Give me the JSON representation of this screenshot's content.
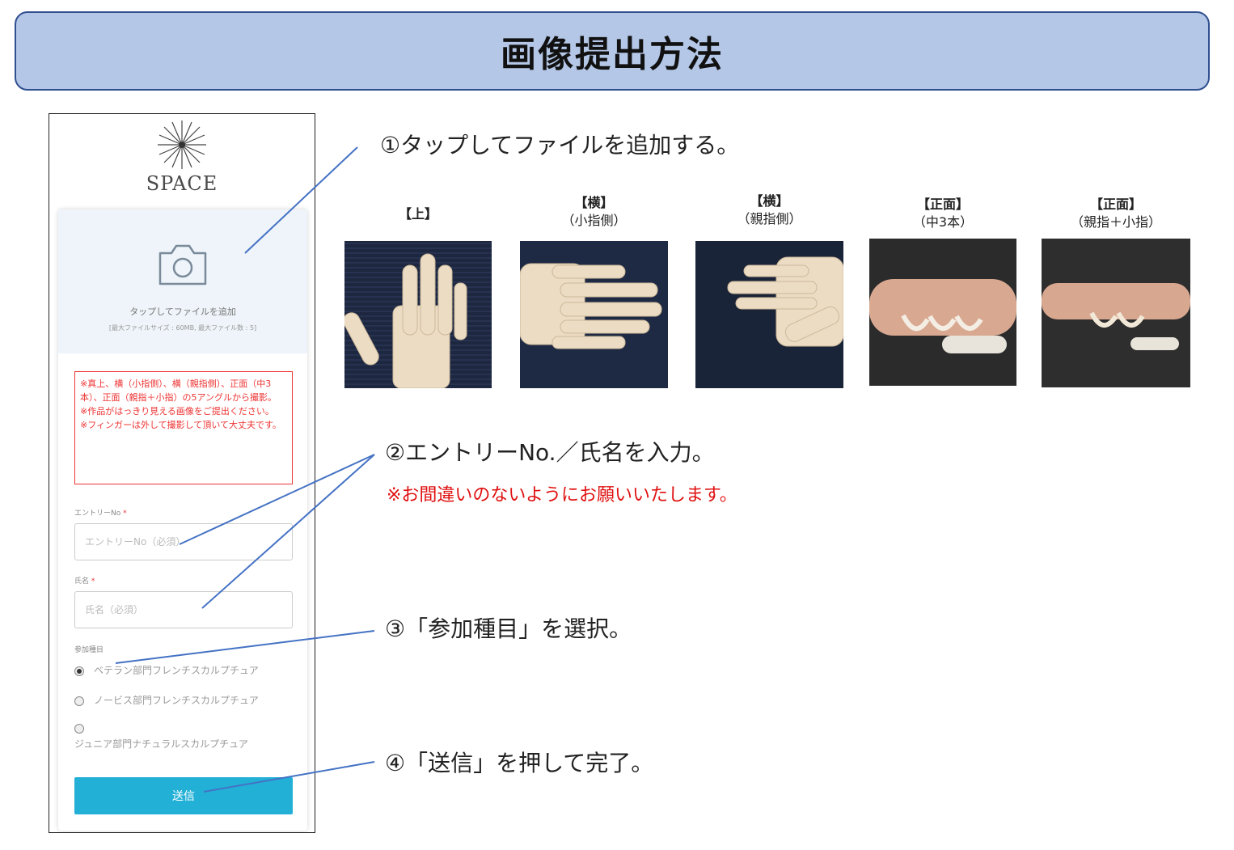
{
  "title": "画像提出方法",
  "phone": {
    "brand": "SPACE",
    "upload_label": "タップしてファイルを追加",
    "upload_limit": "[最大ファイルサイズ : 60MB, 最大ファイル数 : 5]",
    "notes": [
      "※真上、横（小指側）、横（親指側）、正面（中3本）、正面（親指＋小指）の5アングルから撮影。",
      "※作品がはっきり見える画像をご提出ください。",
      "※フィンガーは外して撮影して頂いて大丈夫です。"
    ],
    "entry_label": "エントリーNo",
    "entry_placeholder": "エントリーNo（必須）",
    "name_label": "氏名",
    "name_placeholder": "氏名（必須）",
    "required_mark": "*",
    "category_label": "参加種目",
    "categories": [
      {
        "label": "ベテラン部門フレンチスカルプチュア",
        "selected": true
      },
      {
        "label": "ノービス部門フレンチスカルプチュア",
        "selected": false
      },
      {
        "label": "ジュニア部門ナチュラルスカルプチュア",
        "selected": false
      }
    ],
    "submit": "送信"
  },
  "steps": {
    "s1": "①タップしてファイルを追加する。",
    "s2": "②エントリーNo.／氏名を入力。",
    "s2_warn": "※お間違いのないようにお願いいたします。",
    "s3": "③「参加種目」を選択。",
    "s4": "④「送信」を押して完了。"
  },
  "photos": [
    {
      "title": "【上】",
      "sub": ""
    },
    {
      "title": "【横】",
      "sub": "（小指側）"
    },
    {
      "title": "【横】",
      "sub": "（親指側）"
    },
    {
      "title": "【正面】",
      "sub": "（中3本）"
    },
    {
      "title": "【正面】",
      "sub": "（親指＋小指）"
    }
  ],
  "colors": {
    "header_bg": "#b4c7e7",
    "accent": "#22b0d6",
    "warning": "#e01010",
    "leader": "#4472c4"
  }
}
